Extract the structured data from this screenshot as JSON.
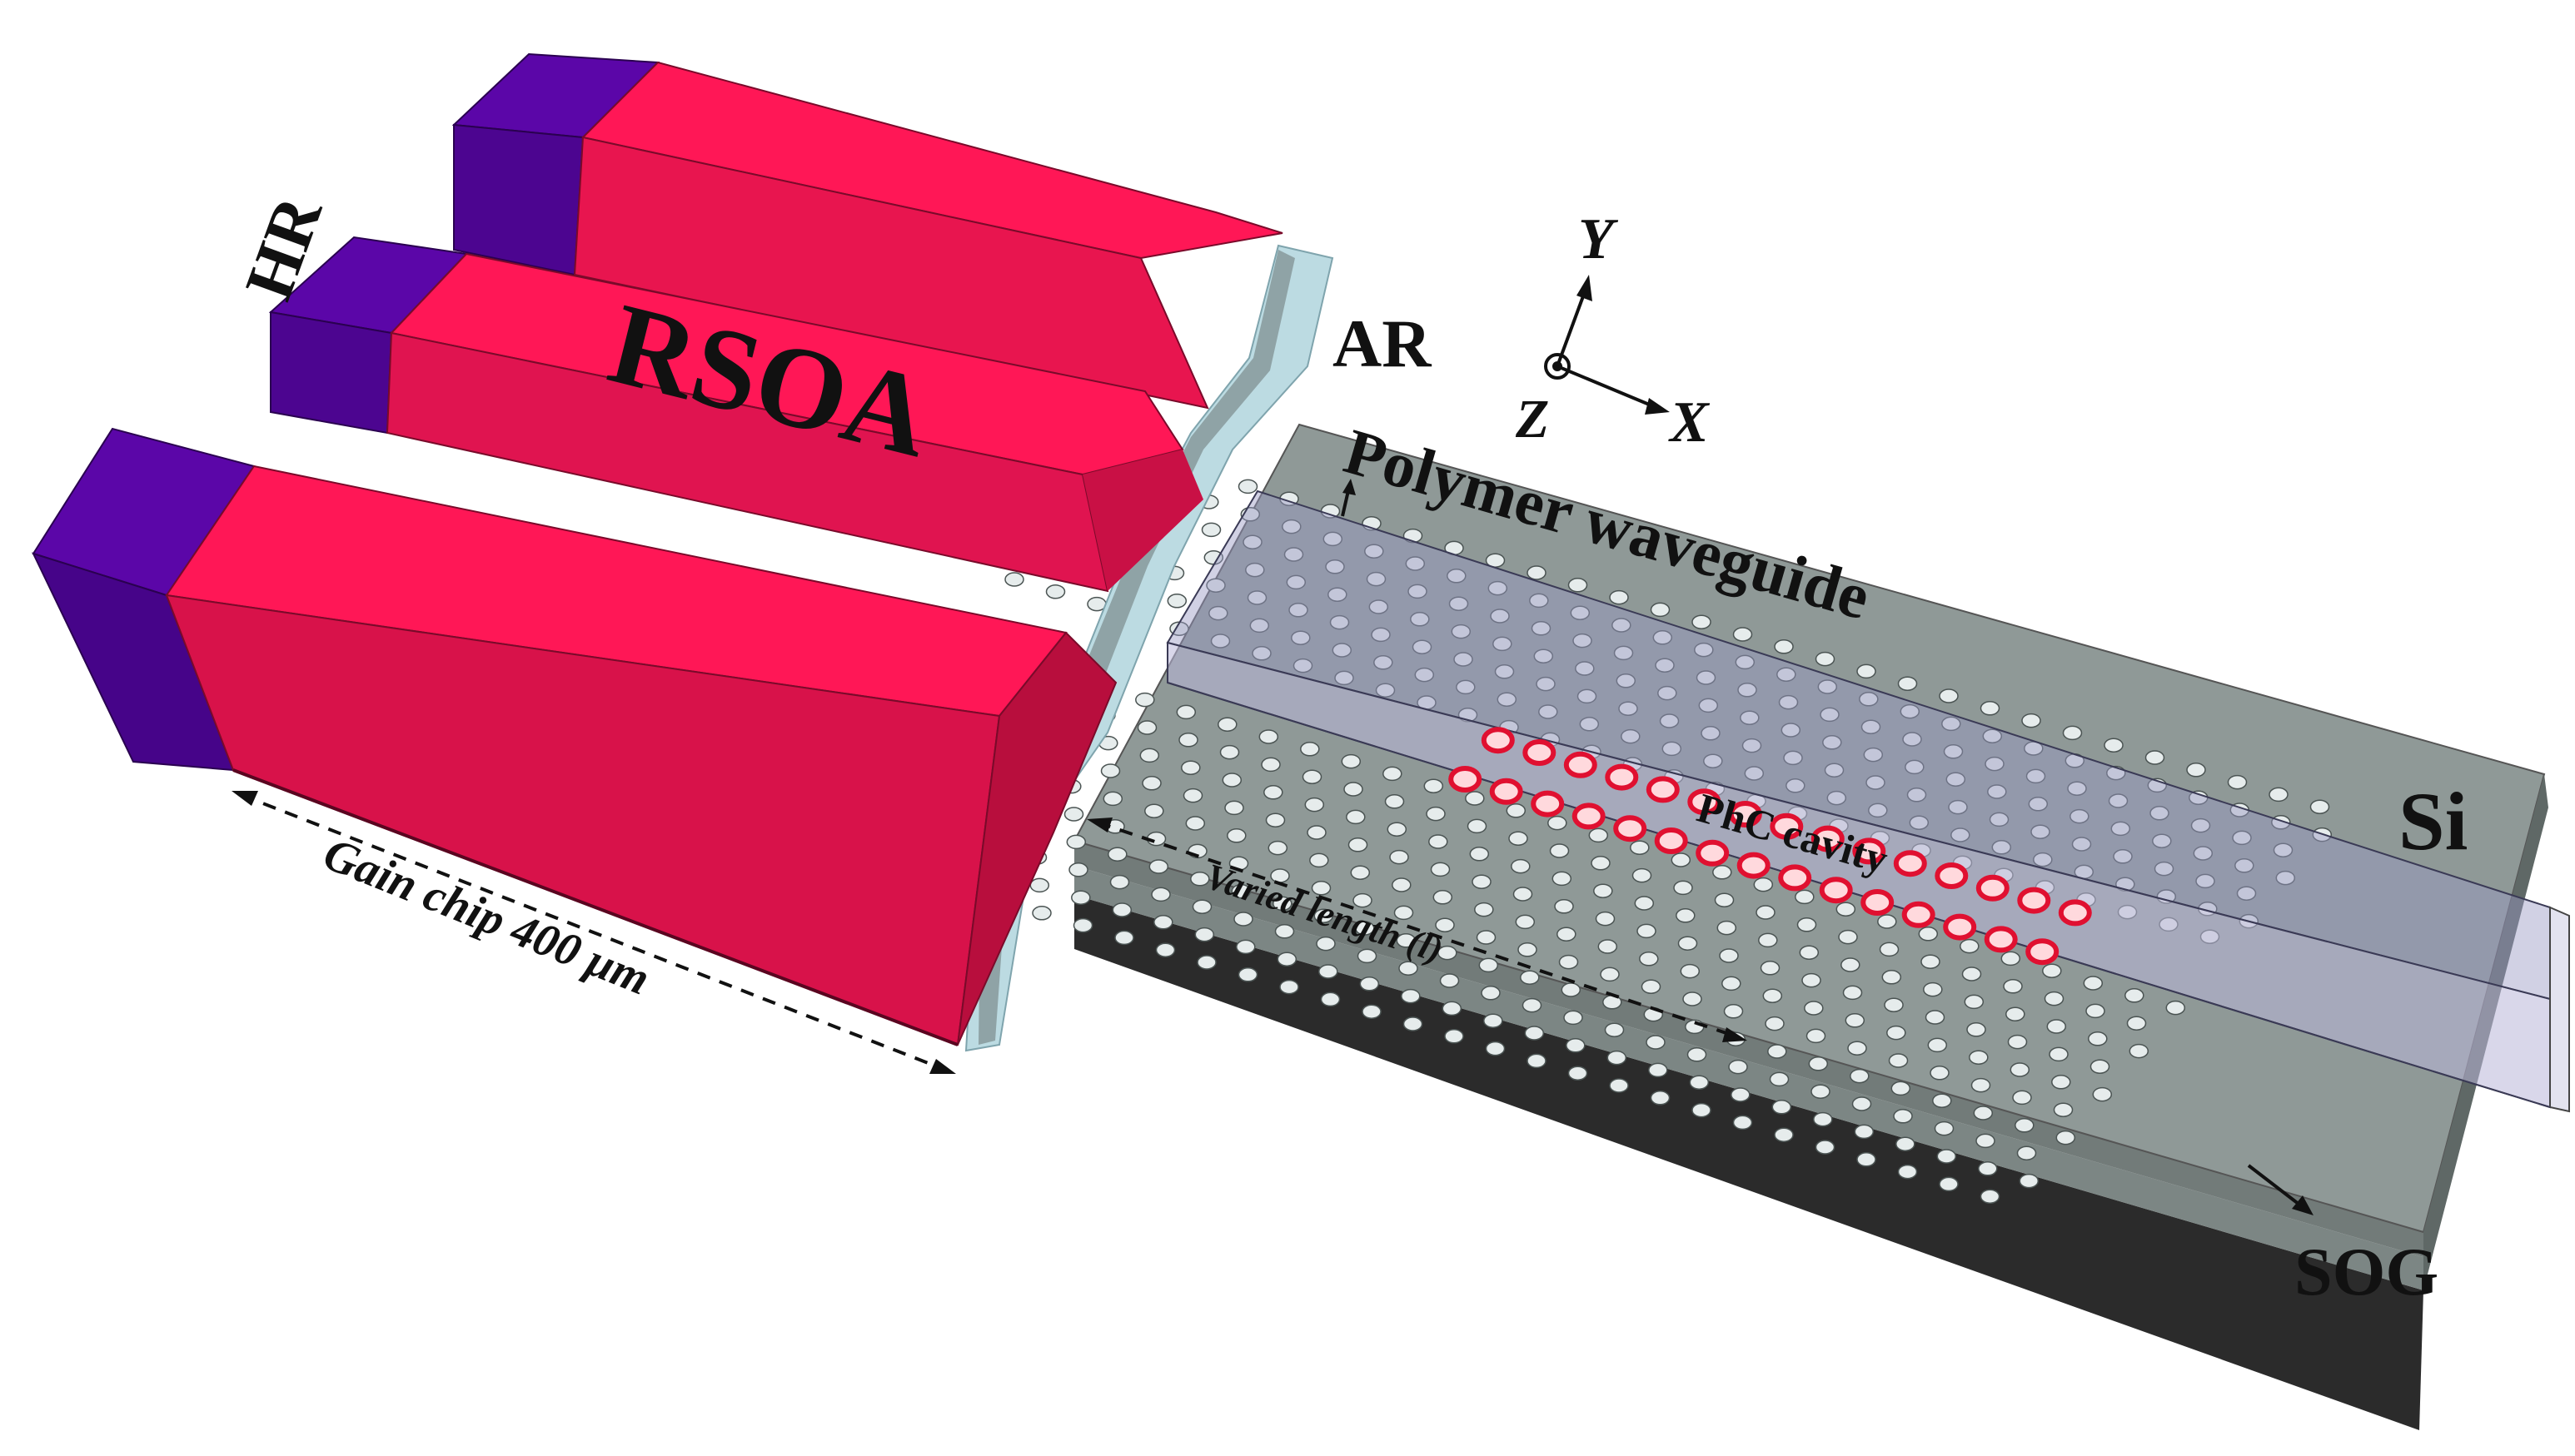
{
  "labels": {
    "hr": "HR",
    "rsoa": "RSOA",
    "ar": "AR",
    "axis_y": "Y",
    "axis_x": "X",
    "axis_z": "Z",
    "polymer_waveguide": "Polymer waveguide",
    "si": "Si",
    "phc_cavity": "PhC cavity",
    "varied_length": "Varied length (l)",
    "gain_chip": "Gain chip 400 μm",
    "sog": "SOG"
  },
  "colors": {
    "rsoa_pink": "#ff1756",
    "rsoa_pink_side": "#d8124a",
    "rsoa_pink_dark": "#b30e3c",
    "hr_purple": "#5b06a8",
    "hr_purple_dark": "#42037d",
    "ar_coating": "#b9d8df",
    "si_top": "#8e9896",
    "si_side": "#6f7876",
    "substrate": "#2c2c2c",
    "hole": "#e6ecec",
    "cavity_ring": "#e01030",
    "polymer": "#8f8fb0"
  }
}
